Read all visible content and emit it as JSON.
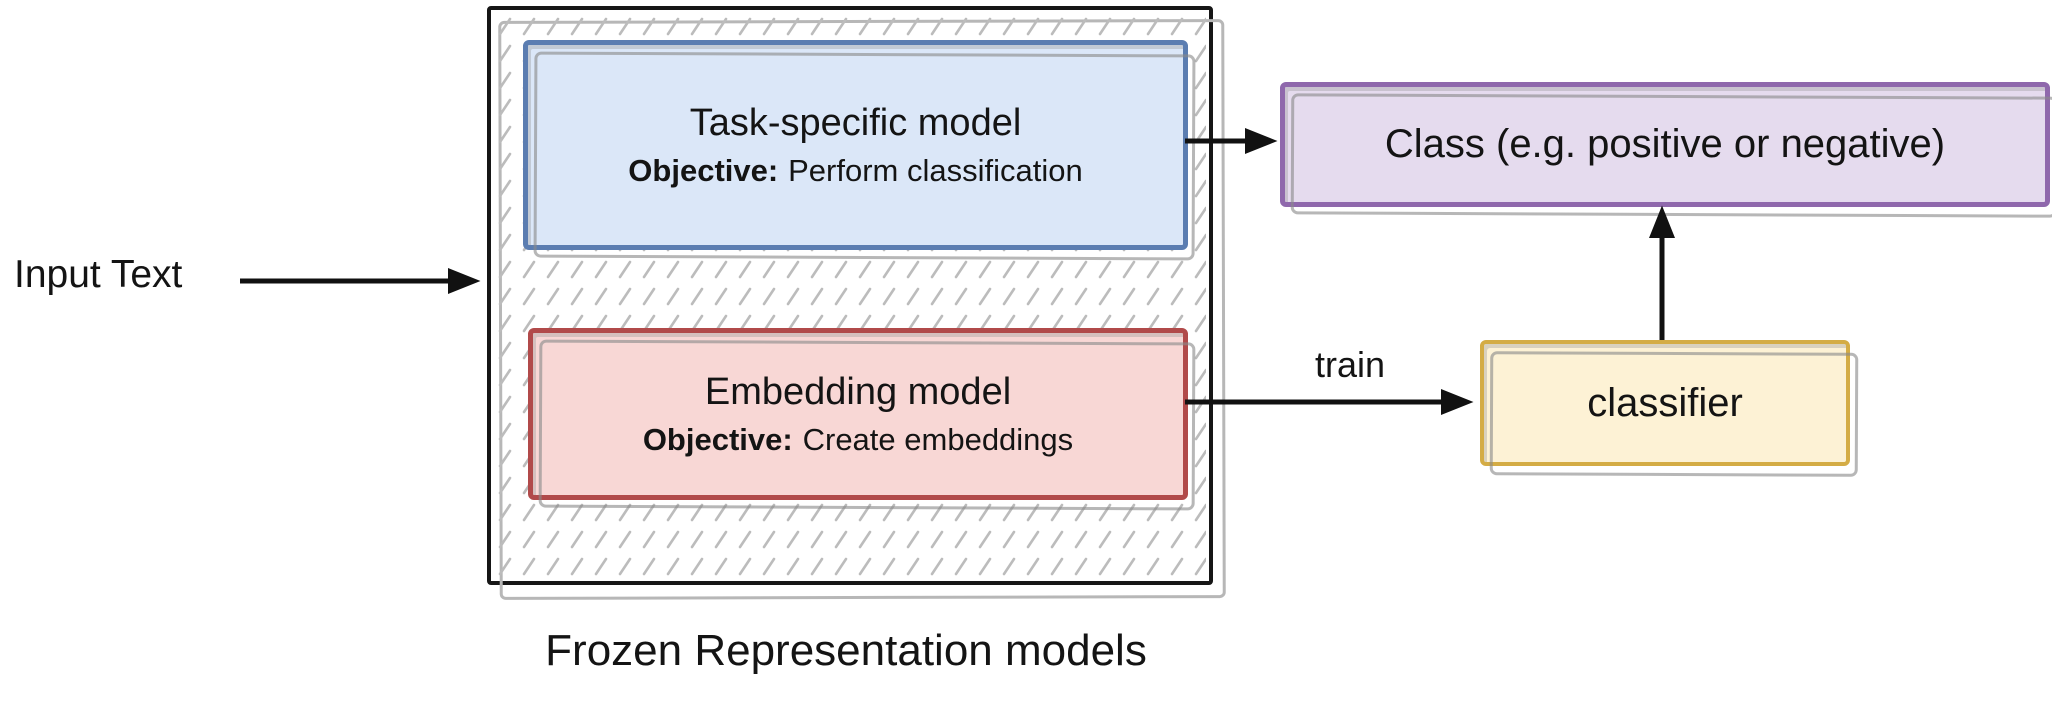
{
  "colors": {
    "task_fill": "#dbe7f8",
    "task_border": "#5b7db1",
    "embedding_fill": "#f8d7d5",
    "embedding_border": "#b14a4a",
    "class_fill": "#e5dbee",
    "class_border": "#8f68ac",
    "classifier_fill": "#fdf2d5",
    "classifier_border": "#d4ac45",
    "hatch": "#bcbcbc",
    "arrow": "#111111"
  },
  "diagram": {
    "input_label": "Input Text",
    "frozen_container": {
      "caption": "Frozen Representation models",
      "task_model": {
        "title": "Task-specific model",
        "objective_label": "Objective:",
        "objective_text": "Perform classification"
      },
      "embedding_model": {
        "title": "Embedding model",
        "objective_label": "Objective:",
        "objective_text": "Create embeddings"
      }
    },
    "class_box": {
      "label": "Class (e.g. positive or negative)"
    },
    "classifier_box": {
      "label": "classifier"
    },
    "train_arrow_label": "train"
  }
}
